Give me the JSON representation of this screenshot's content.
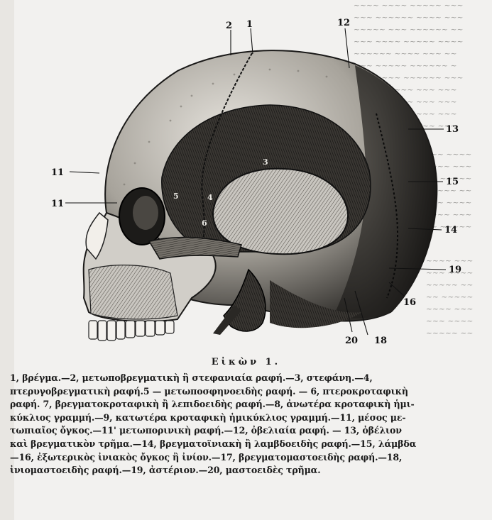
{
  "figure": {
    "callouts": [
      "2",
      "1",
      "12",
      "13",
      "11",
      "11",
      "15",
      "14",
      "19",
      "16",
      "20",
      "18"
    ],
    "inner_labels": [
      "3",
      "5",
      "4",
      "6"
    ]
  },
  "caption": "Εἰκὼν 1.",
  "legend": [
    "1, βρέγμα.—2, μετωποβρεγματικὴ ἢ στεφανιαία ραφή.—3, στεφάνη.—4,",
    "πτερυγοβρεγματικὴ ραφή.5 — μετωποσφηνοειδὴς ραφή. — 6, πτεροκροταφικὴ",
    "ραφή. 7, βρεγματοκροταφικὴ ἢ λεπιδοειδὴς ραφή.—8, ἀνωτέρα κροταφικὴ ἡμι-",
    "κύκλιος γραμμή.—9, κατωτέρα κροταφικὴ ἡμικύκλιος γραμμή.—11, μέσος με-",
    "τωπιαῖος ὄγκος.—11' μετωπορινικὴ ραφή.—12, ὀβελιαία ραφή. — 13, ὀβέλιον",
    "καὶ βρεγματικὸν τρῆμα.—14, βρεγματοϊνιακὴ ἢ λαμβδοειδὴς ραφή.—15, λάμβδα",
    "—16, ἐξωτερικὸς ἰνιακὸς ὄγκος ἢ ἰνίον.—17, βρεγματομαστοειδὴς ραφή.—18,",
    "ἰνιομαστοειδὴς ραφή.—19, ἀστέριον.—20, μαστοειδὲς τρῆμα."
  ]
}
